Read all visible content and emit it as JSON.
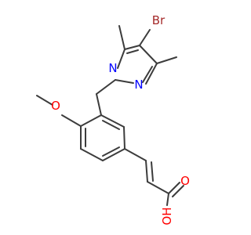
{
  "molecule": {
    "atoms": {
      "br": {
        "label": "Br",
        "color": "#a52a2a"
      },
      "n1": {
        "label": "N",
        "color": "#0000ff"
      },
      "n2": {
        "label": "N",
        "color": "#0000ff"
      },
      "o_methoxy": {
        "label": "O",
        "color": "#ff0000"
      },
      "o_carbonyl": {
        "label": "O",
        "color": "#ff0000"
      },
      "oh": {
        "label": "OH",
        "color": "#ff0000"
      }
    },
    "bond_color": "#3c3c3c"
  }
}
